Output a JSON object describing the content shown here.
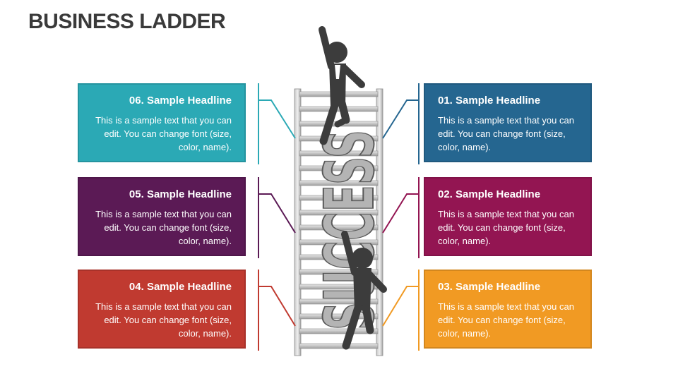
{
  "title": "BUSINESS LADDER",
  "ladder_word": "SUCCESS",
  "colors": {
    "step1": "#256690",
    "step2": "#931552",
    "step3": "#f19a23",
    "step4": "#c03a30",
    "step5": "#5b1a55",
    "step6": "#2ba9b5",
    "figure": "#3c3c3c",
    "ladder": "#9a9a9a"
  },
  "steps": [
    {
      "headline": "01. Sample Headline",
      "text": "This is a sample text that you can edit. You can change font (size, color, name)."
    },
    {
      "headline": "02. Sample Headline",
      "text": "This is a sample text that you can edit. You can change font (size, color, name)."
    },
    {
      "headline": "03. Sample Headline",
      "text": "This is a sample text that you can edit. You can change font (size, color, name)."
    },
    {
      "headline": "04. Sample Headline",
      "text": "This is a sample text that you can edit. You can change font (size, color, name)."
    },
    {
      "headline": "05. Sample Headline",
      "text": "This is a sample text that you can edit. You can change font (size, color, name)."
    },
    {
      "headline": "06. Sample Headline",
      "text": "This is a sample text that you can edit. You can change font (size, color, name)."
    }
  ]
}
